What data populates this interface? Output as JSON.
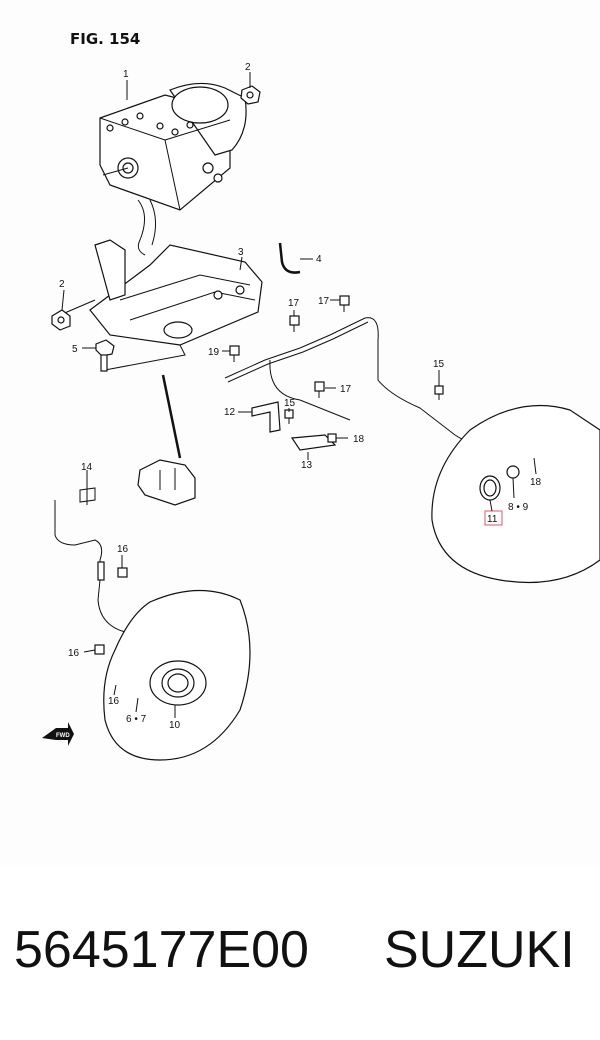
{
  "figure": {
    "title": "FIG. 154"
  },
  "callouts": {
    "c1": "1",
    "c2a": "2",
    "c2b": "2",
    "c3": "3",
    "c4": "4",
    "c5": "5",
    "c6_7": "6 • 7",
    "c8_9": "8 • 9",
    "c10": "10",
    "c11": "11",
    "c12": "12",
    "c13": "13",
    "c14": "14",
    "c15a": "15",
    "c15b": "15",
    "c16a": "16",
    "c16b": "16",
    "c16c": "16",
    "c17a": "17",
    "c17b": "17",
    "c17c": "17",
    "c18a": "18",
    "c18b": "18",
    "c19": "19",
    "fwd": "FWD"
  },
  "product": {
    "part_number": "5645177E00",
    "brand": "SUZUKI"
  },
  "colors": {
    "highlight": "#e0566b",
    "ink": "#111111"
  }
}
